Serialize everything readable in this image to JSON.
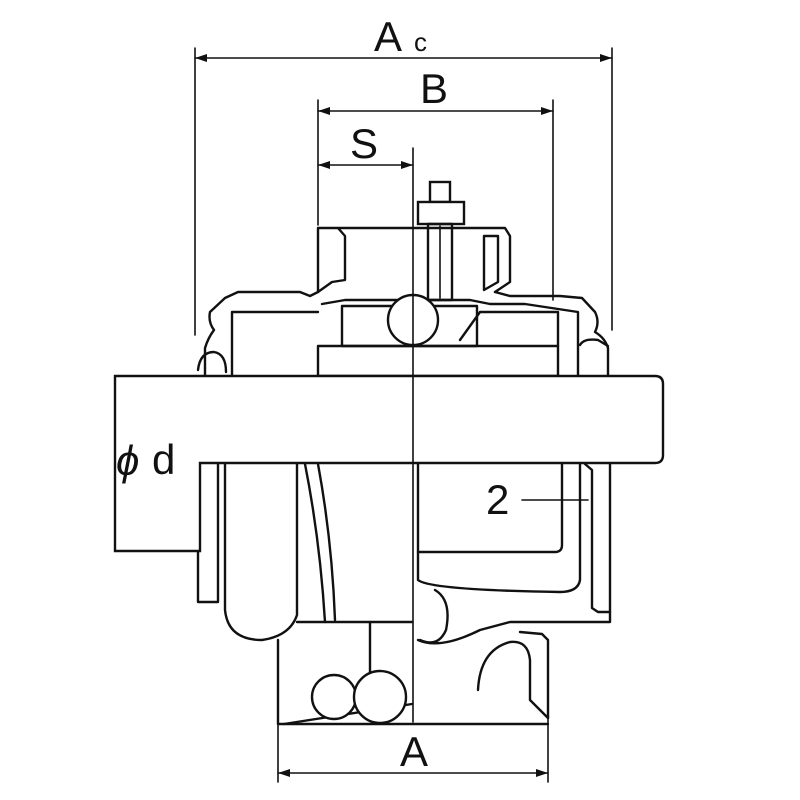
{
  "diagram": {
    "labels": {
      "ac_main": "A",
      "ac_sub": "c",
      "b": "B",
      "s": "S",
      "phi_d_symbol": "ϕ",
      "phi_d_letter": "d",
      "two": "2",
      "a": "A"
    },
    "colors": {
      "line": "#111111",
      "background": "#ffffff"
    }
  }
}
